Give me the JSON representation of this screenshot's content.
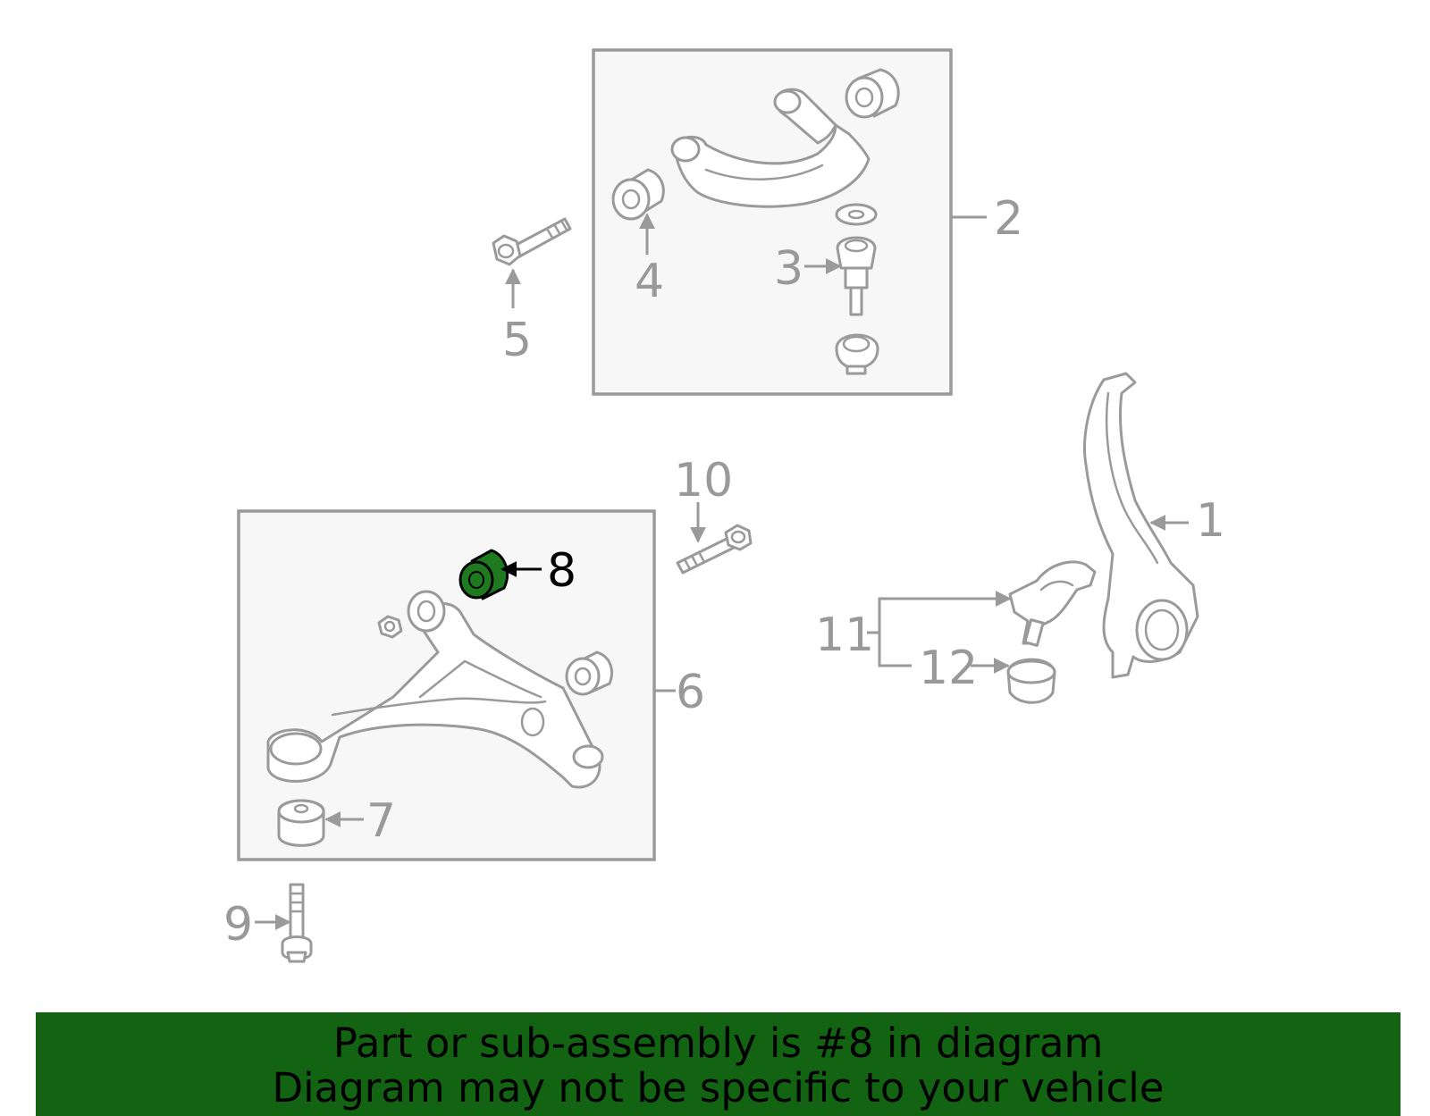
{
  "diagram": {
    "highlight_color": "#1f7a1f",
    "line_color": "#9a9a9a",
    "callouts": {
      "c1": "1",
      "c2": "2",
      "c3": "3",
      "c4": "4",
      "c5": "5",
      "c6": "6",
      "c7": "7",
      "c8": "8",
      "c9": "9",
      "c10": "10",
      "c11": "11",
      "c12": "12"
    },
    "highlighted_part": "8"
  },
  "banner": {
    "background": "#126312",
    "line1": "Part or sub-assembly is #8 in diagram",
    "line2": "Diagram may not be specific to your vehicle"
  }
}
